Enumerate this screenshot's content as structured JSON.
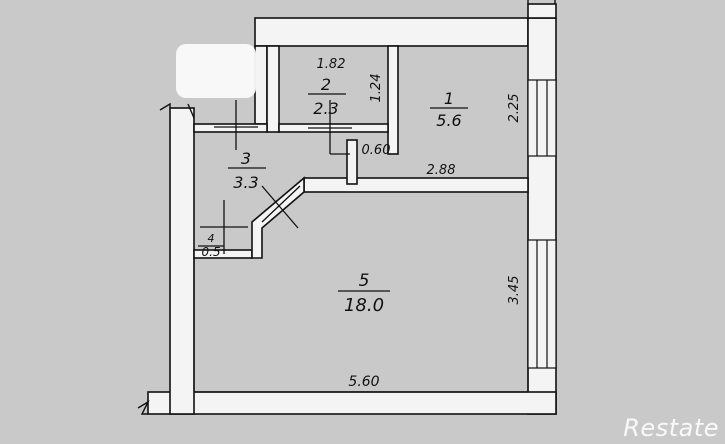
{
  "rooms": [
    {
      "id": "1",
      "area": "5.6"
    },
    {
      "id": "2",
      "area": "2.3"
    },
    {
      "id": "3",
      "area": "3.3"
    },
    {
      "id": "4",
      "area": "0.5"
    },
    {
      "id": "5",
      "area": "18.0"
    }
  ],
  "dimensions": {
    "bath_width": "1.82",
    "bath_depth": "1.24",
    "door_width": "0.60",
    "kitchen_length": "2.88",
    "kitchen_width": "2.25",
    "living_width": "3.45",
    "living_length": "5.60"
  },
  "watermark": "Restate",
  "colors": {
    "background": "#c9c9c9",
    "wall": "#f4f4f4",
    "line": "#111111"
  }
}
